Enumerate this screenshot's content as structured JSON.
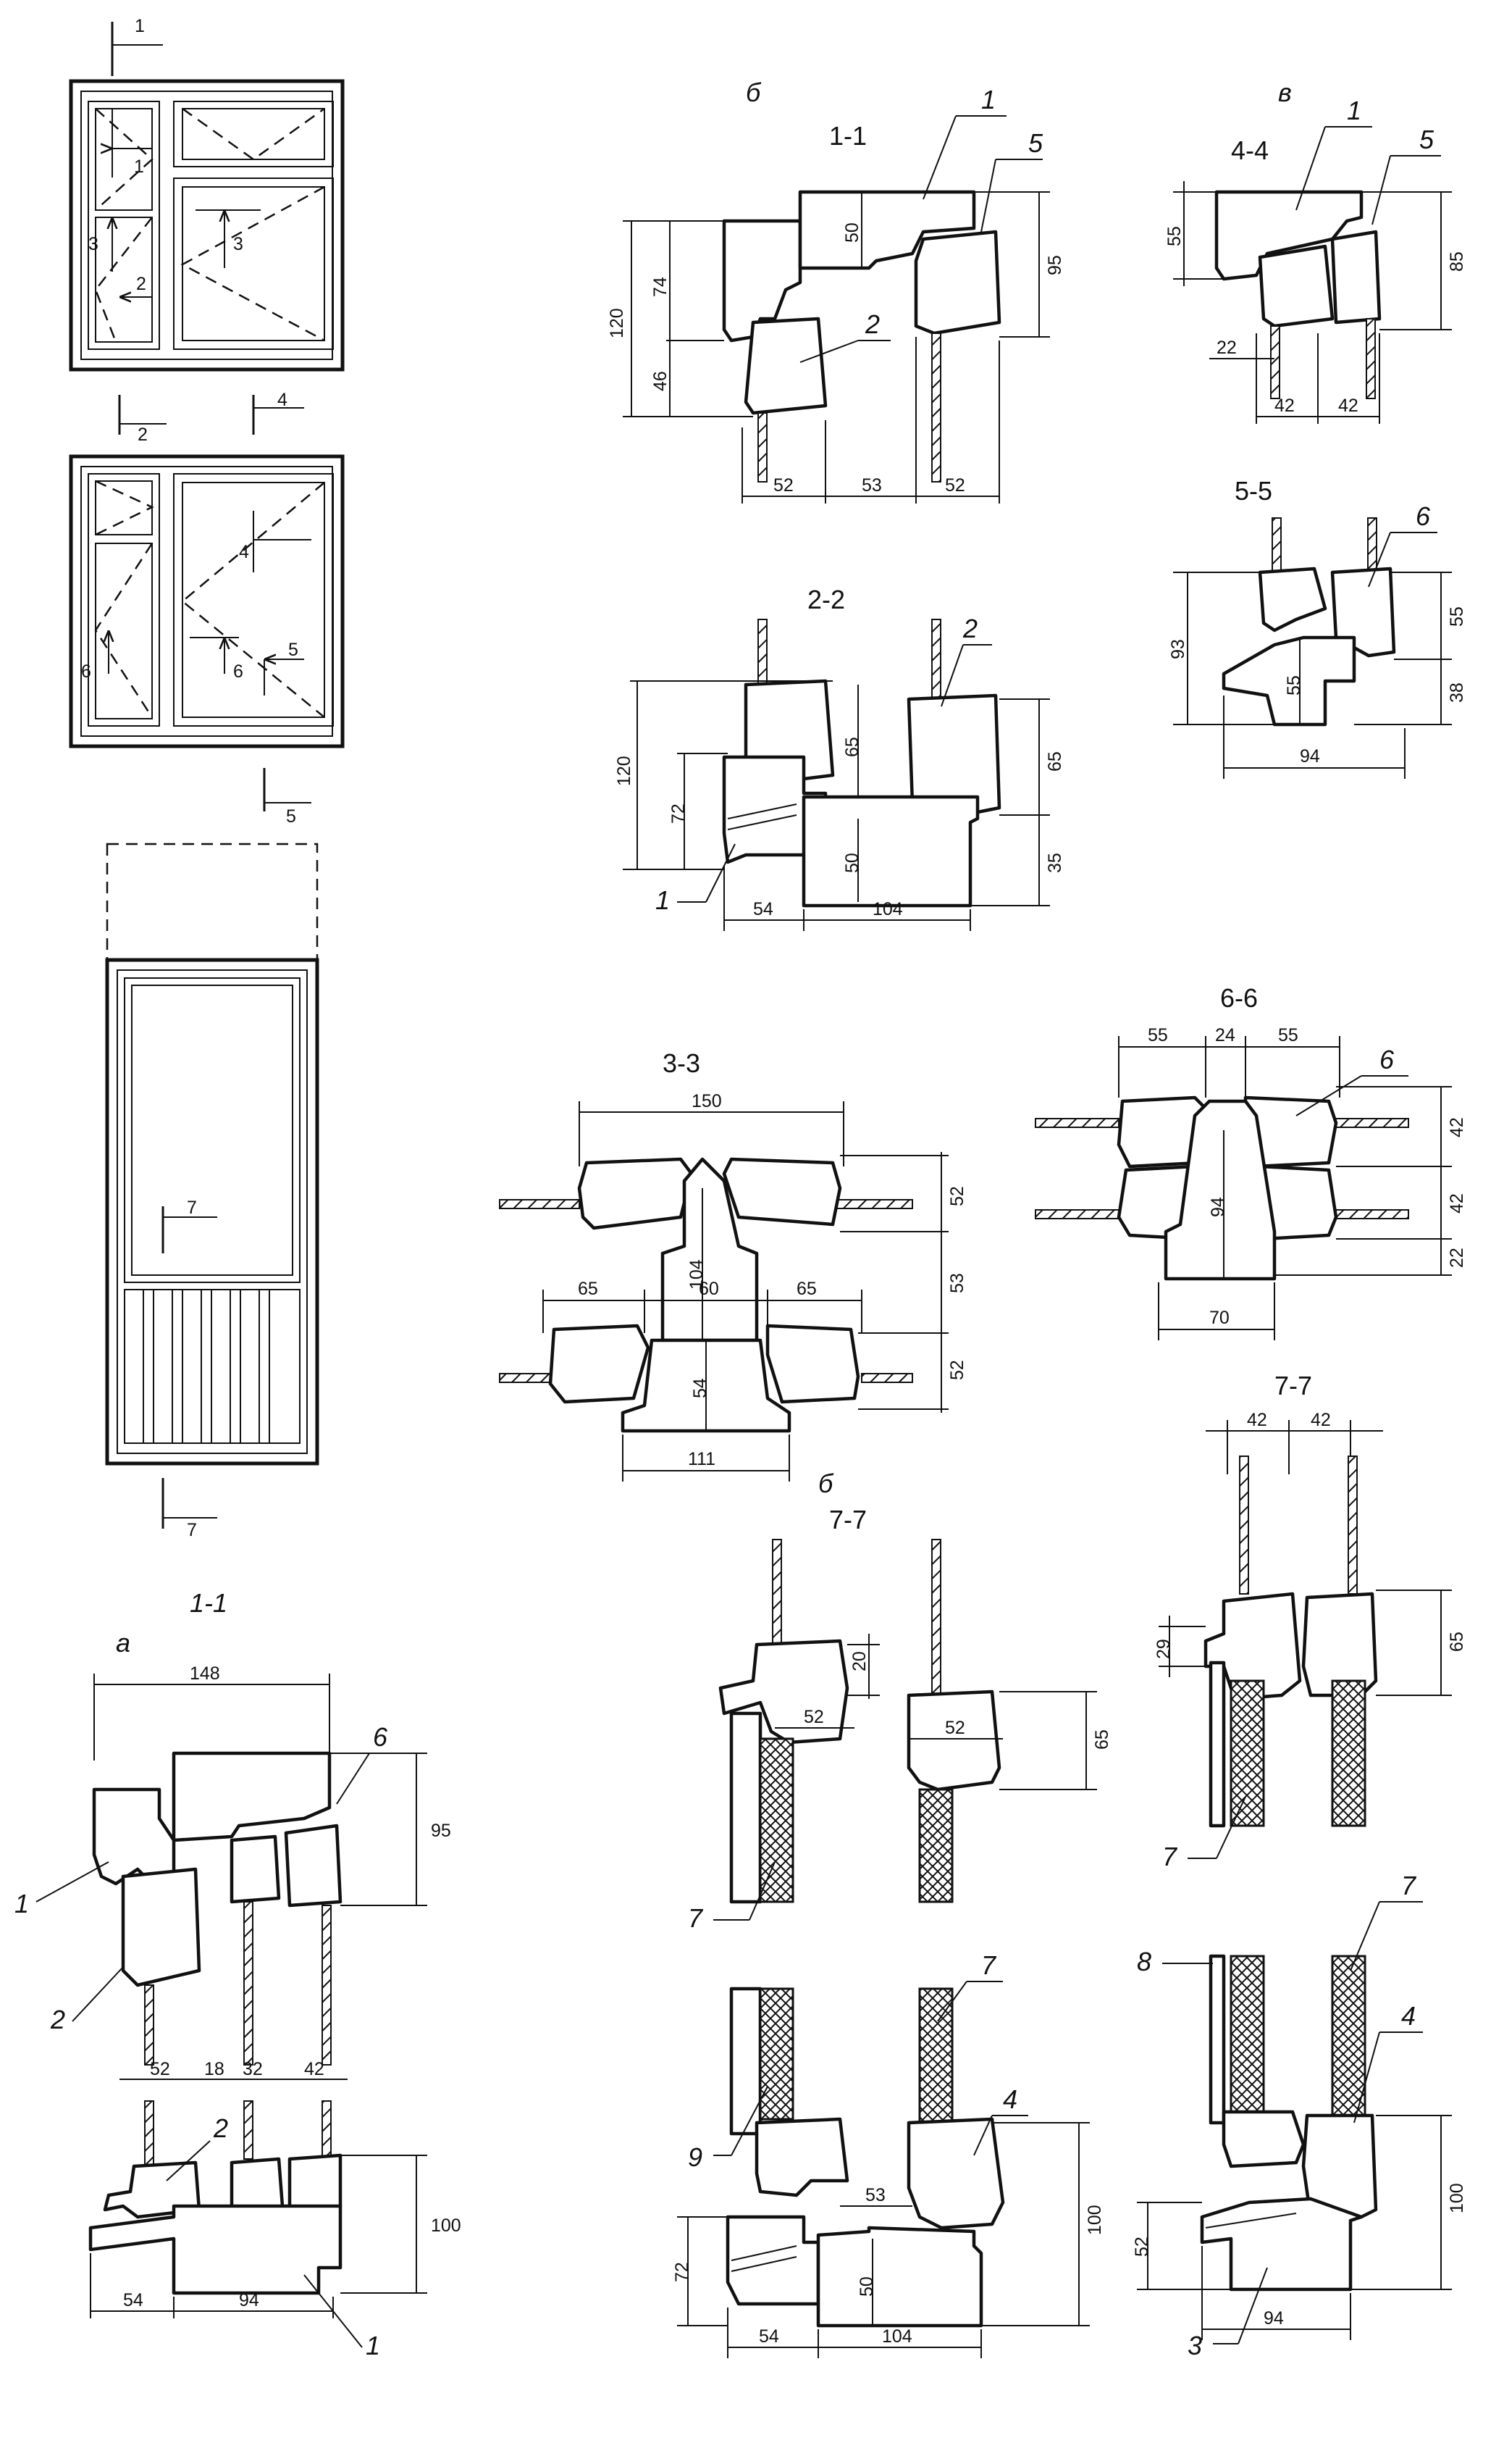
{
  "elevations": {
    "window1_marks": [
      "1",
      "1",
      "3",
      "3",
      "2"
    ],
    "window1_cuts_below": [
      "2",
      "4"
    ],
    "window2_marks": [
      "4",
      "6",
      "6",
      "5"
    ],
    "window2_cut_below": "5",
    "door_marks": [
      "7",
      "7"
    ]
  },
  "section_a_1_1": {
    "title": "1-1",
    "variant": "а",
    "dims": [
      "148",
      "95",
      "52",
      "18",
      "32",
      "42",
      "100",
      "54",
      "94"
    ],
    "callouts": [
      "1",
      "2",
      "6",
      "2",
      "1"
    ]
  },
  "variant_b": {
    "letter": "б",
    "s11": {
      "title": "1-1",
      "dims": [
        "120",
        "74",
        "46",
        "50",
        "95",
        "52",
        "53",
        "52"
      ],
      "callouts": [
        "1",
        "5",
        "2"
      ]
    },
    "s22": {
      "title": "2-2",
      "dims": [
        "120",
        "72",
        "65",
        "50",
        "65",
        "35",
        "54",
        "104"
      ],
      "callouts": [
        "2",
        "1"
      ]
    },
    "s33": {
      "title": "3-3",
      "dims": [
        "150",
        "52",
        "53",
        "52",
        "104",
        "65",
        "60",
        "65",
        "54",
        "111"
      ]
    }
  },
  "variant_v": {
    "letter": "в",
    "s44": {
      "title": "4-4",
      "dims": [
        "55",
        "85",
        "22",
        "42",
        "42"
      ],
      "callouts": [
        "1",
        "5"
      ]
    },
    "s55": {
      "title": "5-5",
      "dims": [
        "93",
        "55",
        "38",
        "55",
        "94"
      ],
      "callouts": [
        "6"
      ]
    },
    "s66": {
      "title": "6-6",
      "dims": [
        "55",
        "24",
        "55",
        "42",
        "42",
        "22",
        "94",
        "70"
      ],
      "callouts": [
        "6"
      ]
    }
  },
  "door_b_77": {
    "letter": "б",
    "title": "7-7",
    "dims": [
      "52",
      "20",
      "52",
      "65",
      "53",
      "72",
      "50",
      "100",
      "54",
      "104"
    ],
    "callouts": [
      "7",
      "7",
      "9",
      "4"
    ]
  },
  "door_v_77": {
    "title": "7-7",
    "dims": [
      "42",
      "42",
      "29",
      "65",
      "100",
      "52",
      "94"
    ],
    "callouts": [
      "7",
      "8",
      "7",
      "4",
      "3"
    ]
  }
}
